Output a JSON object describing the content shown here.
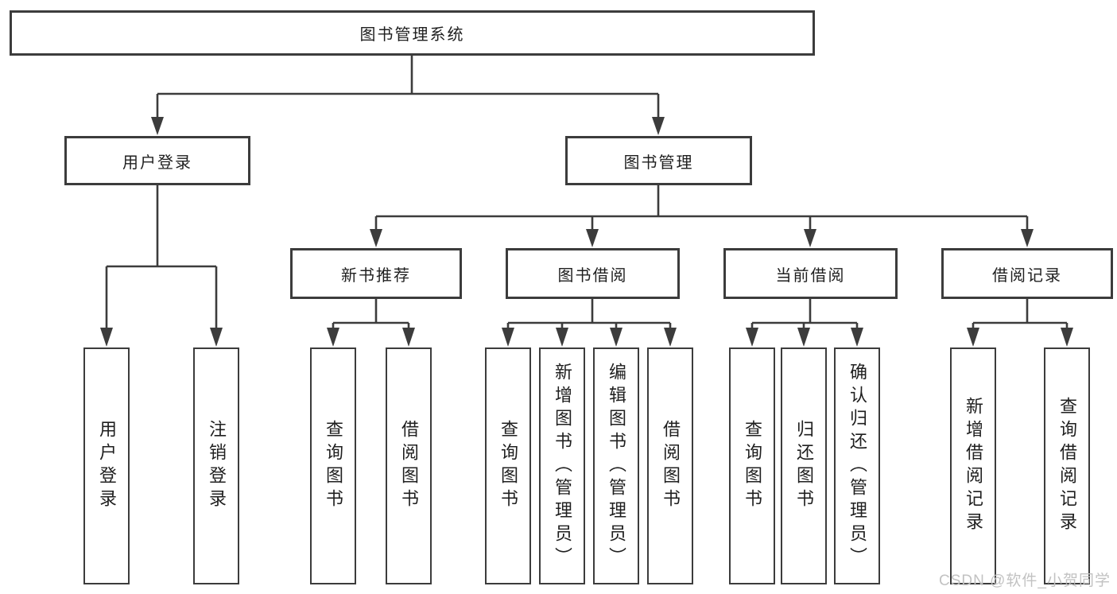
{
  "diagram": {
    "root": {
      "label": "图书管理系统"
    },
    "level2": [
      {
        "id": "user-login",
        "label": "用户登录",
        "leaves": [
          "用户登录",
          "注销登录"
        ]
      },
      {
        "id": "book-management",
        "label": "图书管理"
      }
    ],
    "level3": [
      {
        "id": "new-book-recommend",
        "label": "新书推荐",
        "leaves": [
          "查询图书",
          "借阅图书"
        ]
      },
      {
        "id": "book-borrowing",
        "label": "图书借阅",
        "leaves": [
          "查询图书",
          "新增图书（管理员）",
          "编辑图书（管理员）",
          "借阅图书"
        ]
      },
      {
        "id": "current-borrowing",
        "label": "当前借阅",
        "leaves": [
          "查询图书",
          "归还图书",
          "确认归还（管理员）"
        ]
      },
      {
        "id": "borrowing-records",
        "label": "借阅记录",
        "leaves": [
          "新增借阅记录",
          "查询借阅记录"
        ]
      }
    ],
    "style": {
      "line_color": "#3c3c3c",
      "text_color": "#1f1f1f",
      "watermark_color": "#c2c2c2",
      "background": "#ffffff"
    }
  },
  "watermark": {
    "text": "CSDN @软件_小贺同学"
  }
}
